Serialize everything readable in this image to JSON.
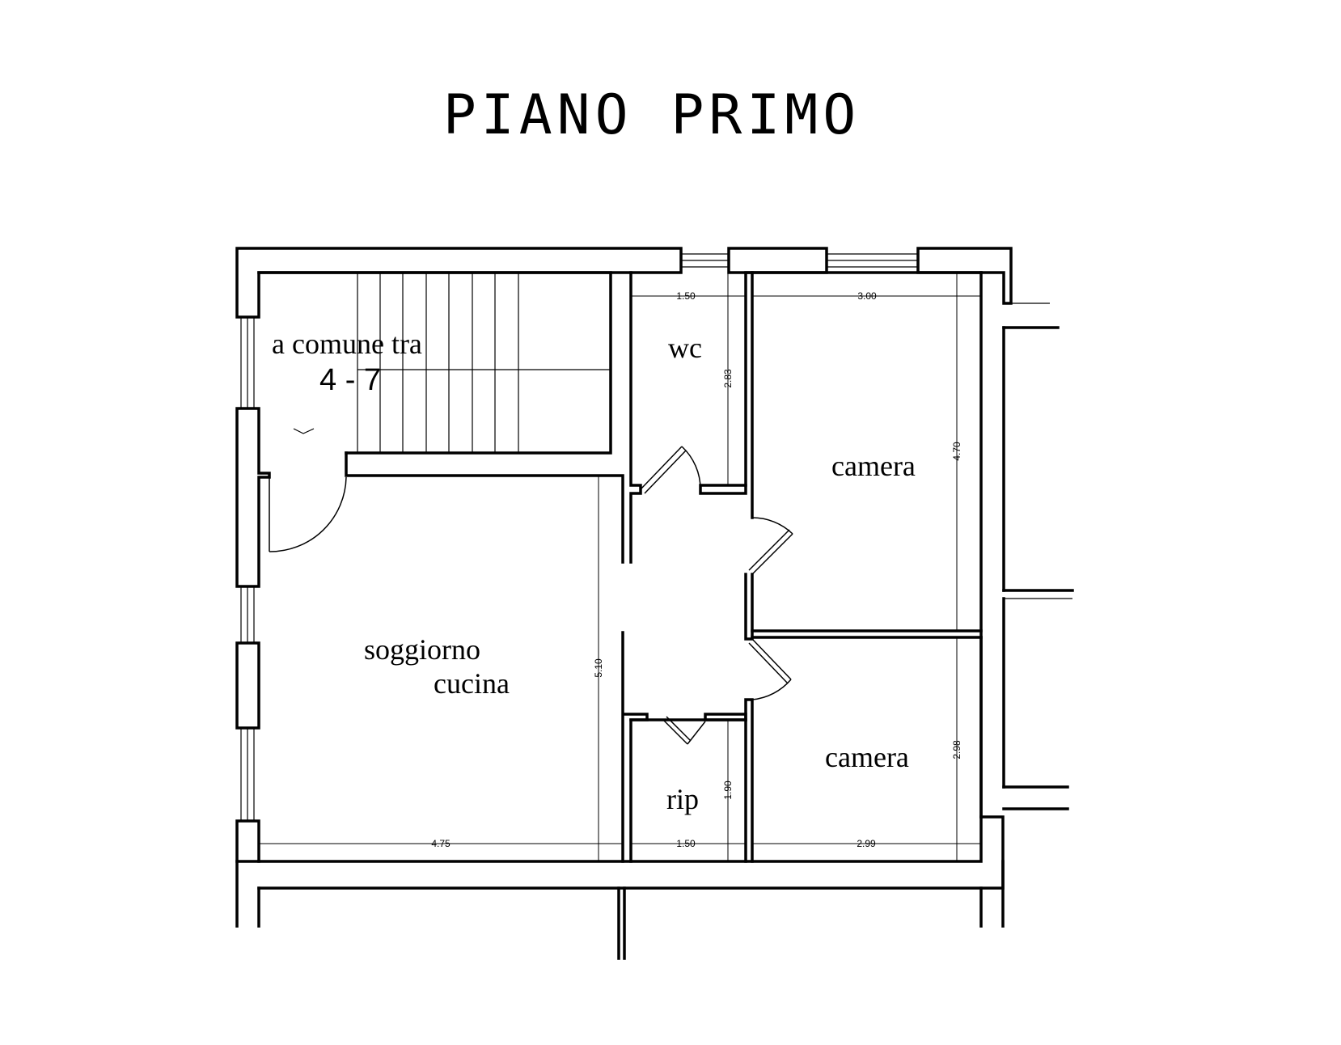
{
  "plan": {
    "title": "PIANO PRIMO",
    "rooms": {
      "stair_label": "a comune tra",
      "stair_units": "4 - 7",
      "wc": "wc",
      "camera_1": "camera",
      "living_1": "soggiorno",
      "living_2": "cucina",
      "camera_2": "camera",
      "rip": "rip"
    },
    "dimensions": {
      "wc_width": "1.50",
      "wc_height": "2.83",
      "camera1_width": "3.00",
      "camera1_height": "4.70",
      "living_height": "5.10",
      "living_width": "4.75",
      "rip_height": "1.90",
      "rip_width": "1.50",
      "camera2_height": "2.98",
      "camera2_width": "2.99"
    }
  }
}
